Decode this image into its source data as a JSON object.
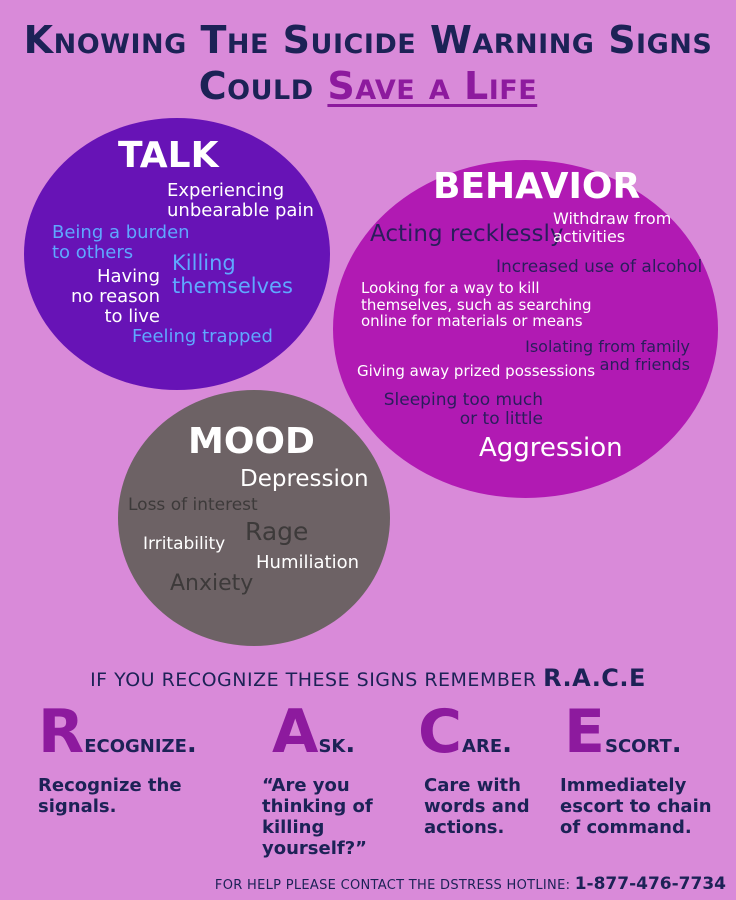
{
  "title": {
    "line1": "Knowing The Suicide Warning Signs",
    "line2_prefix": "Could",
    "line2_highlight": "Save a Life"
  },
  "talk": {
    "heading": "TALK",
    "items": [
      "Experiencing\nunbearable pain",
      "Being a burden\nto others",
      "Killing\nthemselves",
      "Having\nno reason\nto live",
      "Feeling trapped"
    ]
  },
  "behavior": {
    "heading": "BEHAVIOR",
    "items": [
      "Acting recklessly",
      "Withdraw from\nactivities",
      "Increased use of alcohol",
      "Looking for a way to kill\nthemselves, such as searching\nonline for materials or means",
      "Isolating from family\nand friends",
      "Giving away prized possessions",
      "Sleeping too much\nor to little",
      "Aggression"
    ]
  },
  "mood": {
    "heading": "MOOD",
    "items": [
      "Depression",
      "Loss of interest",
      "Rage",
      "Irritability",
      "Humiliation",
      "Anxiety"
    ]
  },
  "race": {
    "intro": "If you recognize these signs remember",
    "acronym": "R.A.C.E",
    "steps": [
      {
        "letter": "R",
        "rest": "ecognize.",
        "desc": "Recognize the\nsignals."
      },
      {
        "letter": "A",
        "rest": "sk.",
        "desc": "“Are you\nthinking of\nkilling\nyourself?”"
      },
      {
        "letter": "C",
        "rest": "are.",
        "desc": "Care with\nwords and\nactions."
      },
      {
        "letter": "E",
        "rest": "scort.",
        "desc": "Immediately\nescort to chain\nof command."
      }
    ]
  },
  "footer": {
    "hotline_label": "For help please contact the dstress hotline:",
    "hotline_number": "1-877-476-7734"
  },
  "colors": {
    "background": "#d98ad9",
    "navy": "#1c2256",
    "accent_purple": "#8d1a9e",
    "talk_circle": "#6713b6",
    "behavior_circle": "#b11ab3",
    "mood_circle": "#6d6265"
  }
}
